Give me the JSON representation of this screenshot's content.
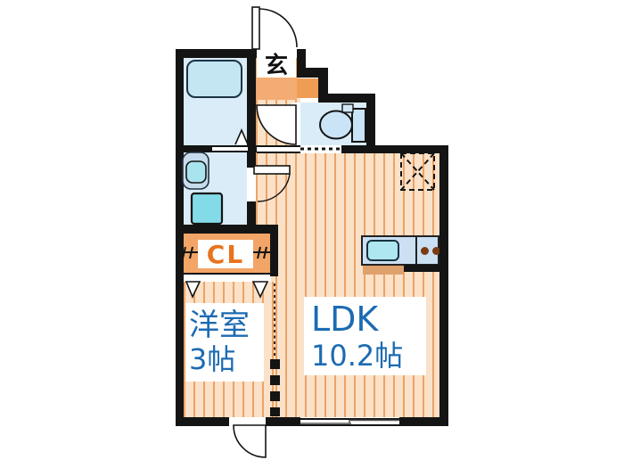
{
  "rooms": {
    "entrance": {
      "label": "玄"
    },
    "closet": {
      "label": "CL"
    },
    "western_room": {
      "name": "洋室",
      "size": "3帖"
    },
    "ldk": {
      "name": "LDK",
      "size": "10.2帖"
    }
  },
  "colors": {
    "wall": "#141414",
    "floor_bg": "#FAE1C8",
    "stripe": "#EDA365",
    "tile": "#F2A566",
    "tile_bright": "#EF9D55",
    "wet": "#DAECF8",
    "fixture": "#C3E6F2",
    "teal": "#83DBE8",
    "kitchen": "#CBE0F2",
    "sink_teal": "#AEE7EF",
    "burner": "#7B3B12",
    "wood_strip": "#DFA16B",
    "label_blue": "#1C6BB2",
    "label_orange": "#E8731E"
  }
}
